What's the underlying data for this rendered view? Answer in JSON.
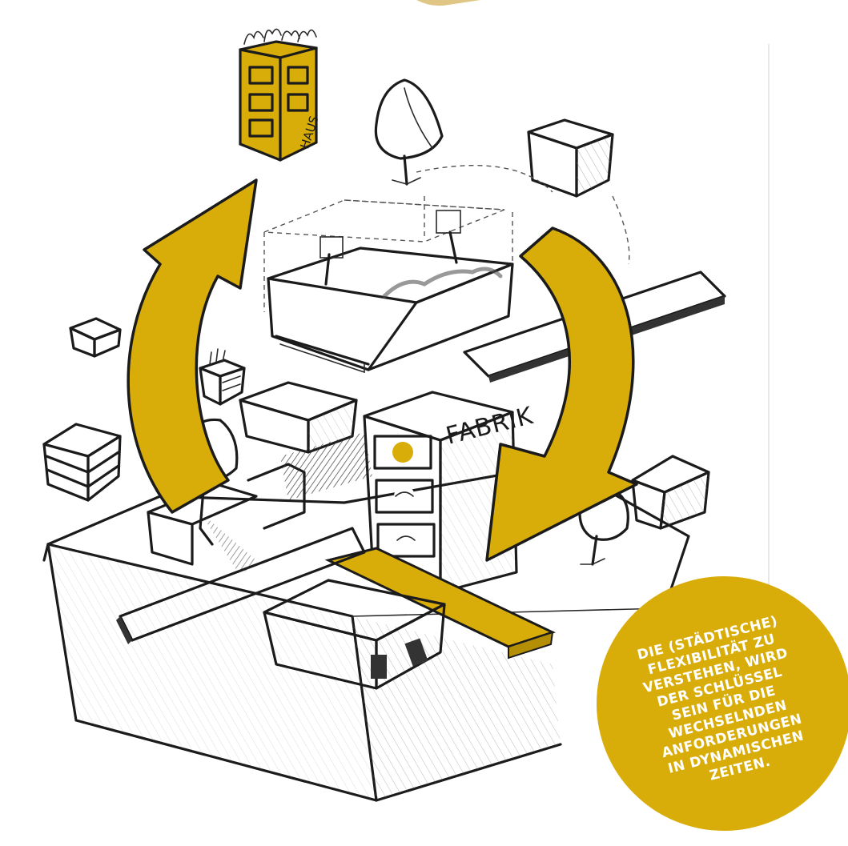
{
  "labels": {
    "haus": "HAUS",
    "fabrik": "FABRIK"
  },
  "callout": {
    "text": "DIE (STÄDTISCHE)\nFLEXIBILITÄT ZU\nVERSTEHEN, WIRD\nDER SCHLÜSSEL\nSEIN FÜR DIE\nWECHSELNDEN\nANFORDERUNGEN\nIN DYNAMISCHEN\nZEITEN."
  },
  "colors": {
    "accent": "#d9ad09",
    "ink": "#1b1b1b",
    "background": "#ffffff",
    "callout_text": "#ffffff"
  },
  "icons": [
    "tree-icon",
    "arrow-icon",
    "building-icon",
    "cube-icon"
  ]
}
